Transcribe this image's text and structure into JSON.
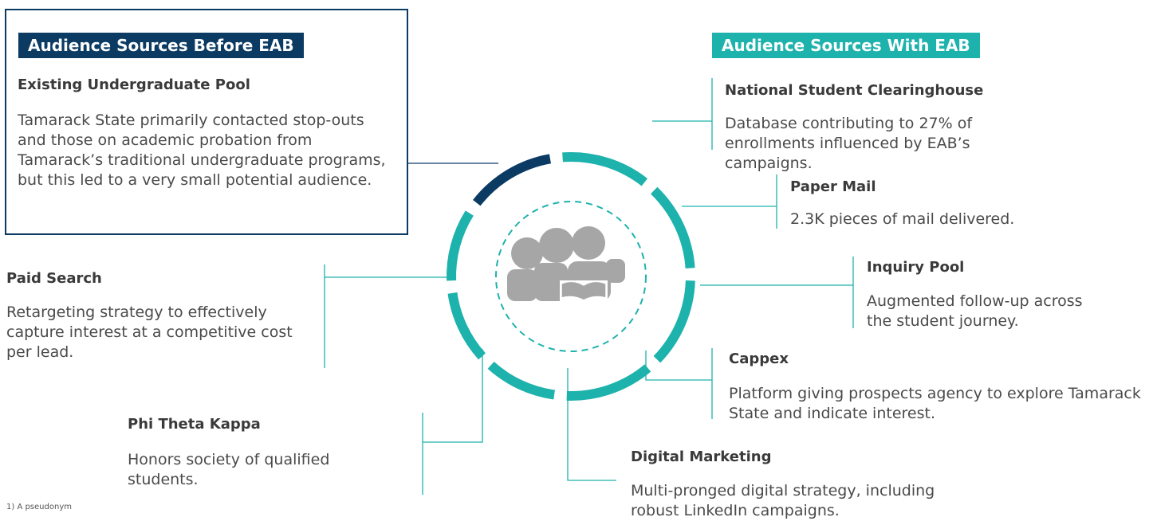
{
  "before": {
    "header": "Audience Sources Before EAB",
    "title": "Existing Undergraduate Pool",
    "text": "Tamarack State primarily contacted stop-outs and those on academic probation from Tamarack’s traditional undergraduate programs, but this led to a very small potential audience."
  },
  "with_header": "Audience Sources With EAB",
  "sources": {
    "clearinghouse": {
      "title": "National Student Clearinghouse",
      "text": "Database contributing to 27% of enrollments influenced by EAB’s campaigns."
    },
    "paper_mail": {
      "title": "Paper Mail",
      "text": "2.3K pieces of mail delivered."
    },
    "inquiry_pool": {
      "title": "Inquiry Pool",
      "text": "Augmented follow-up across the student journey."
    },
    "cappex": {
      "title": "Cappex",
      "text": "Platform giving prospects agency to explore Tamarack State and indicate interest."
    },
    "digital_marketing": {
      "title": "Digital Marketing",
      "text": "Multi-pronged digital strategy, including robust LinkedIn campaigns."
    },
    "phi_theta_kappa": {
      "title": "Phi Theta Kappa",
      "text": "Honors society of qualified students."
    },
    "paid_search": {
      "title": "Paid Search",
      "text": "Retargeting strategy to effectively capture interest at a competitive cost per lead."
    }
  },
  "footnote": "1) A pseudonym",
  "colors": {
    "navy": "#0b3a63",
    "teal": "#1eb2ad",
    "gray_icon": "#a6a6a6"
  },
  "icons": {
    "center": "students-reading-icon"
  }
}
